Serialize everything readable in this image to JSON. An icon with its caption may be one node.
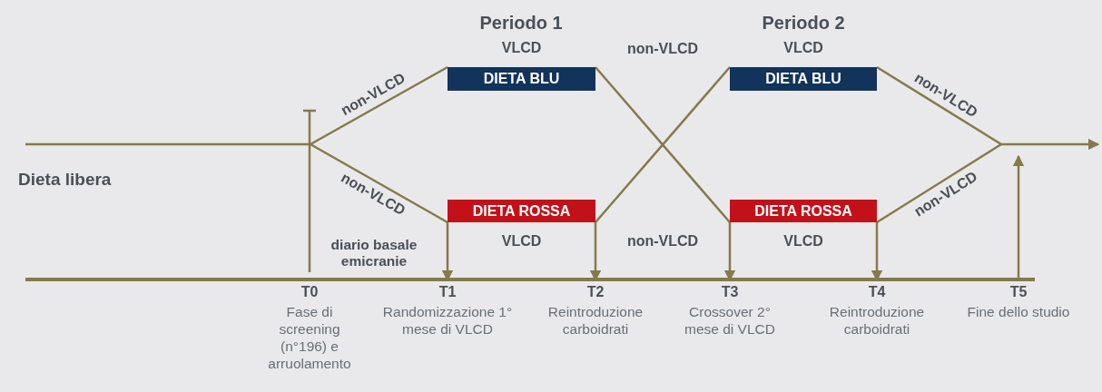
{
  "diagram": {
    "nodes": [
      {
        "text": [
          "DIETA BLU"
        ],
        "beside": [
          "VLCD"
        ]
      },
      {
        "text": [
          "DIETA ROSSA"
        ],
        "beside": [
          "VLCD"
        ]
      },
      {
        "text": [
          "DIETA BLU"
        ],
        "beside": [
          "VLCD"
        ]
      },
      {
        "text": [
          "DIETA ROSSA"
        ],
        "beside": [
          "VLCD"
        ]
      },
      {
        "text": [
          "T0",
          "Fase di screening (n°196) e arruolamento"
        ]
      },
      {
        "text": [
          "T1",
          "Randomizzazione 1° mese di VLCD"
        ]
      },
      {
        "text": [
          "T2",
          "Reintroduzione carboidrati"
        ]
      },
      {
        "text": [
          "T3",
          "Crossover 2° mese di VLCD"
        ]
      },
      {
        "text": [
          "T4",
          "Reintroduzione carboidrati"
        ]
      },
      {
        "text": [
          "T5",
          "Fine dello studio"
        ]
      }
    ],
    "edges": [
      {
        "from": null,
        "to": 0,
        "arrow": "none",
        "label": "non-VLCD"
      },
      {
        "from": null,
        "to": 1,
        "arrow": "none",
        "label": "non-VLCD"
      },
      {
        "from": 0,
        "to": 3,
        "arrow": "none"
      },
      {
        "from": 1,
        "to": 2,
        "arrow": "none"
      },
      {
        "from": 2,
        "to": null,
        "arrow": "none",
        "label": "non-VLCD"
      },
      {
        "from": 3,
        "to": null,
        "arrow": "none",
        "label": "non-VLCD"
      },
      {
        "from": 1,
        "to": 5,
        "arrow": "to"
      },
      {
        "from": 1,
        "to": 6,
        "arrow": "to"
      },
      {
        "from": 3,
        "to": 7,
        "arrow": "to"
      },
      {
        "from": 3,
        "to": 8,
        "arrow": "to"
      },
      {
        "from": 9,
        "to": null,
        "arrow": "to"
      }
    ],
    "labels": [
      "Periodo 1",
      "Periodo 2",
      "non-VLCD",
      "Dieta libera",
      "diario basale emicranie",
      "non-VLCD"
    ]
  }
}
